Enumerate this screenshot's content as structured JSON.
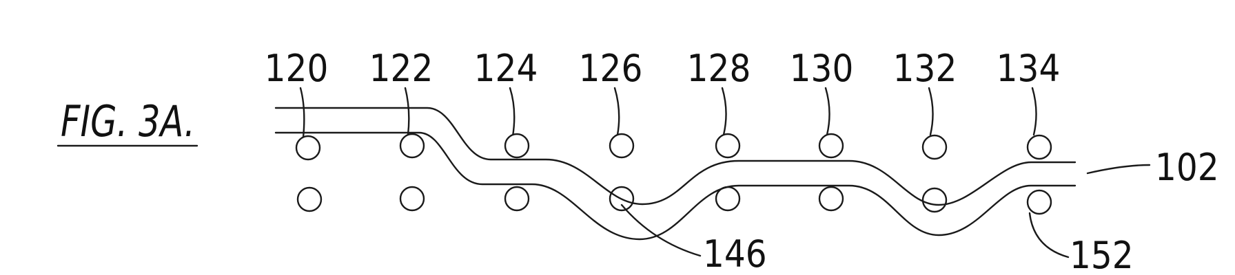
{
  "figure_title": "FIG. 3A.",
  "top_roller_labels": [
    "120",
    "122",
    "124",
    "126",
    "128",
    "130",
    "132",
    "134"
  ],
  "web_label": "102",
  "bottom_roller_labels": [
    "146",
    "152"
  ]
}
